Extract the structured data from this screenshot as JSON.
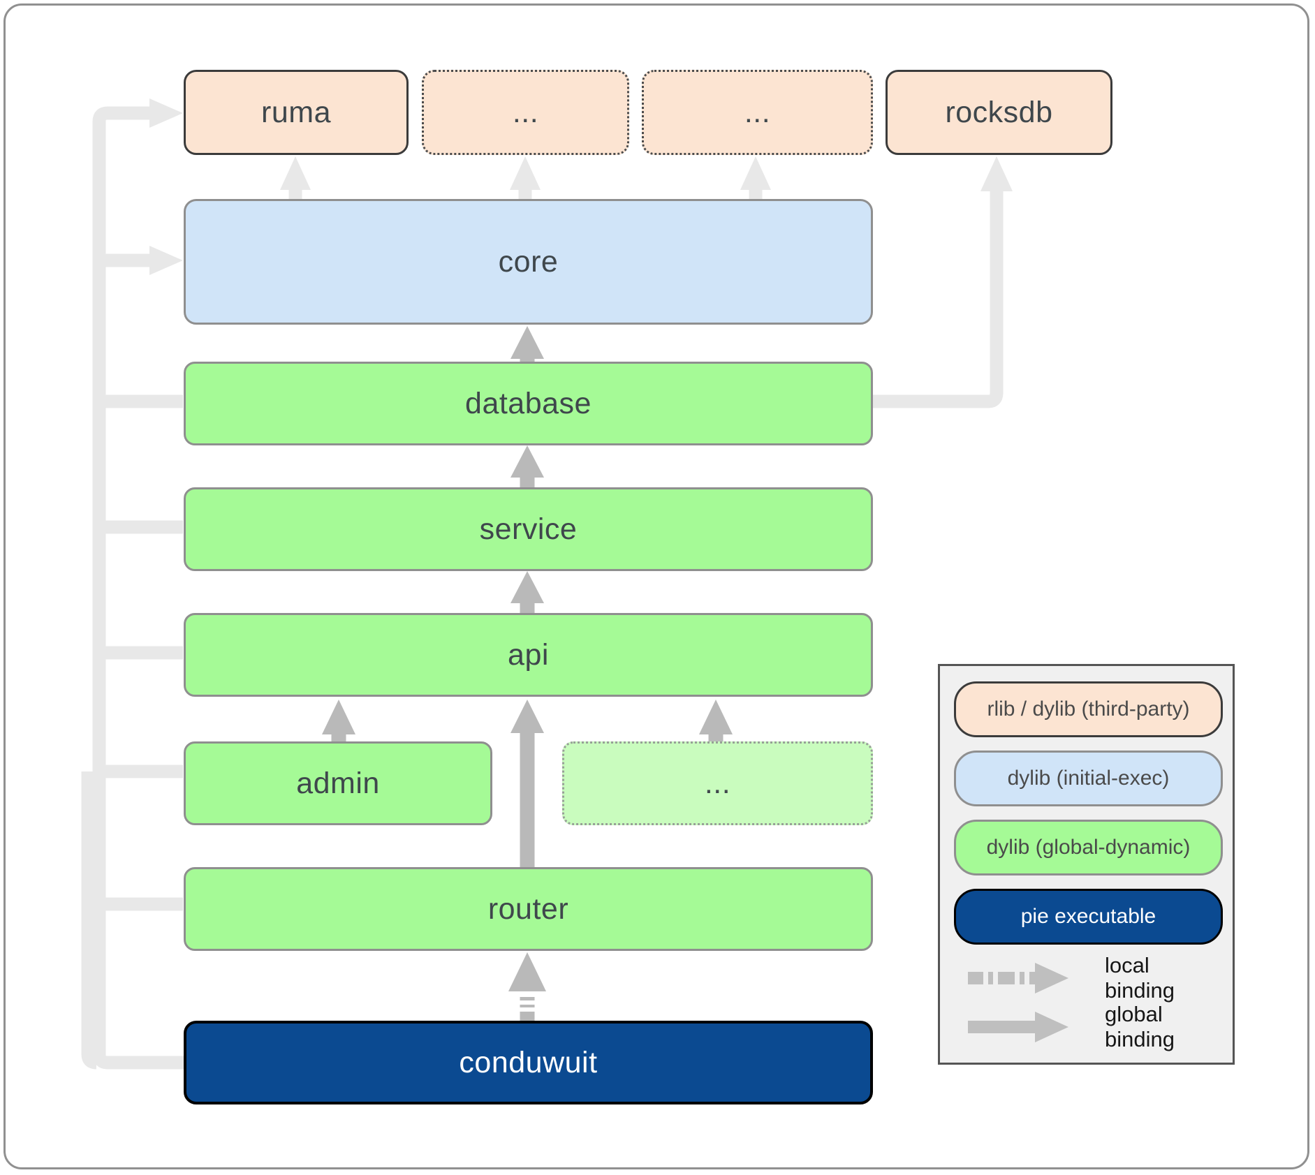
{
  "diagram": {
    "nodes": {
      "ruma": "ruma",
      "third_party_more_a": "...",
      "third_party_more_b": "...",
      "rocksdb": "rocksdb",
      "core": "core",
      "database": "database",
      "service": "service",
      "api": "api",
      "admin": "admin",
      "delegates_more": "...",
      "router": "router",
      "conduwuit": "conduwuit"
    },
    "legend": {
      "items": [
        {
          "label": "rlib / dylib (third-party)",
          "color": "#fce4d2"
        },
        {
          "label": "dylib (initial-exec)",
          "color": "#d0e4f8"
        },
        {
          "label": "dylib (global-dynamic)",
          "color": "#a5fa96"
        },
        {
          "label": "pie executable",
          "color": "#0b4a91"
        }
      ],
      "bindings": [
        {
          "label": "local binding",
          "style": "dashed-arrow"
        },
        {
          "label": "global binding",
          "style": "solid-arrow"
        }
      ]
    },
    "colors": {
      "direct_dependency_arrow": "#b9b9b9",
      "background_binding_line": "#e8e8e8",
      "frame_border": "#909090",
      "legend_background": "#f0f0f0"
    }
  }
}
